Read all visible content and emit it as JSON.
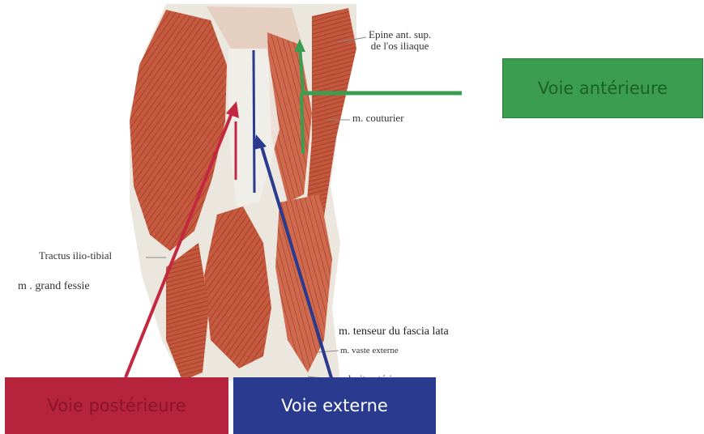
{
  "labels": {
    "epine_line1": "Epine ant. sup.",
    "epine_line2": "de l'os iliaque",
    "couturier": "m. couturier",
    "tractus": "Tractus ilio-tibial",
    "grand_fessier": "m . grand fessie",
    "tenseur": "m. tenseur du fascia lata",
    "vaste": "m. vaste externe",
    "droit": "m. droit antérieur"
  },
  "approaches": {
    "anterior": "Voie antérieure",
    "posterior": "Voie postérieure",
    "external": "Voie externe"
  },
  "colors": {
    "anterior": "#3a9d4f",
    "posterior": "#b5243a",
    "external": "#2a3a8e",
    "muscle": "#c8553d",
    "fascia": "#e9e4db"
  }
}
